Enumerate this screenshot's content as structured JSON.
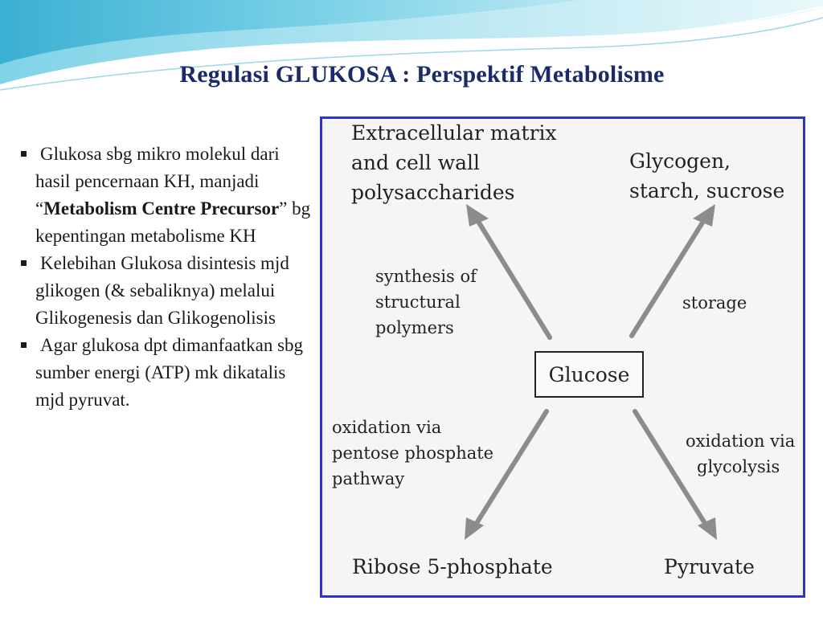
{
  "title": "Regulasi GLUKOSA : Perspektif Metabolisme",
  "bullets": [
    {
      "pre": "Glukosa sbg mikro molekul dari hasil pencernaan KH, manjadi “",
      "bold": "Metabolism Centre Precursor",
      "post": "”  bg kepentingan metabolisme KH"
    },
    {
      "text": "Kelebihan Glukosa disintesis mjd glikogen (& sebaliknya) melalui Glikogenesis dan Glikogenolisis"
    },
    {
      "text": "Agar glukosa dpt dimanfaatkan sbg sumber energi (ATP) mk dikatalis mjd pyruvat."
    }
  ],
  "diagram": {
    "center": "Glucose",
    "nodes": {
      "top_left": [
        "Extracellular matrix",
        "and cell wall",
        "polysaccharides"
      ],
      "top_right": [
        "Glycogen,",
        "starch, sucrose"
      ],
      "bottom_left": "Ribose 5-phosphate",
      "bottom_right": "Pyruvate"
    },
    "edges": {
      "top_left": [
        "synthesis of",
        "structural",
        "polymers"
      ],
      "top_right": "storage",
      "bottom_left": [
        "oxidation via",
        "pentose phosphate",
        "pathway"
      ],
      "bottom_right": [
        "oxidation via",
        "glycolysis"
      ]
    },
    "arrow_color": "#8c8c8c",
    "frame_color": "#2b35c9"
  },
  "colors": {
    "title": "#1b2a6b",
    "wave_dark": "#3fb6d6",
    "wave_light": "#bfe8f2"
  }
}
